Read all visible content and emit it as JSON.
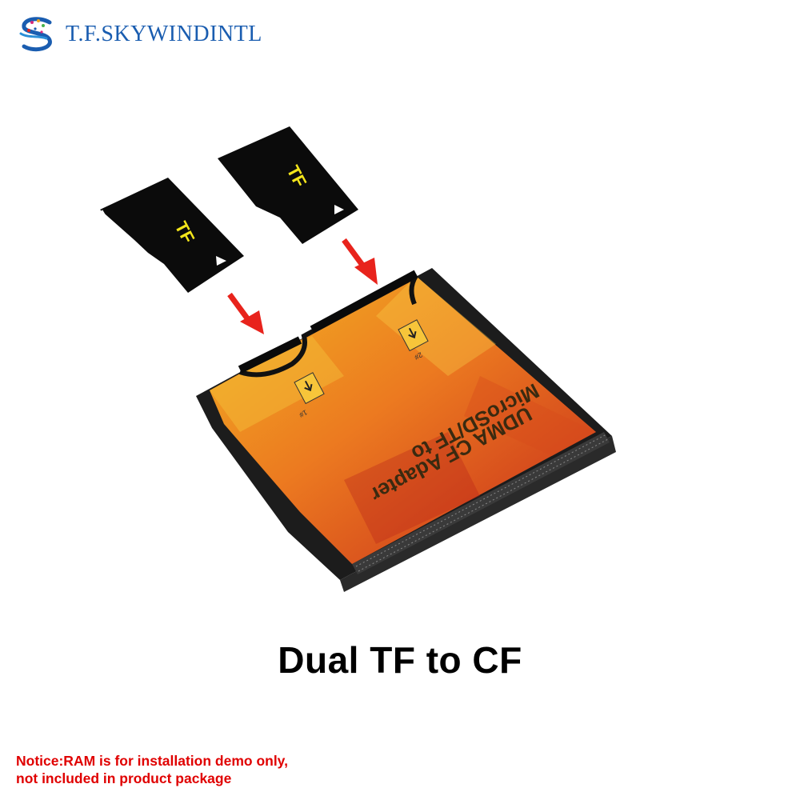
{
  "brand": {
    "text": "T.F.SKYWINDINTL",
    "logo_icon": "s-swirl-logo-icon",
    "color": "#1a5db0"
  },
  "product": {
    "card_left_label": "TF",
    "card_right_label": "TF",
    "adapter_line1": "MicroSD/TF to",
    "adapter_line2": "UDMA CF Adapter",
    "slot1_label": "1#",
    "slot2_label": "2#",
    "arrow_color": "#e8231c",
    "card_color": "#0b0b0b",
    "label_color": "#f3e51b",
    "adapter_colors": [
      "#f0a321",
      "#e8591e",
      "#c42a16"
    ]
  },
  "headline": "Dual TF to CF",
  "notice": {
    "line1": "Notice:RAM is for installation demo only,",
    "line2": "not included in product package",
    "color": "#e00000"
  }
}
